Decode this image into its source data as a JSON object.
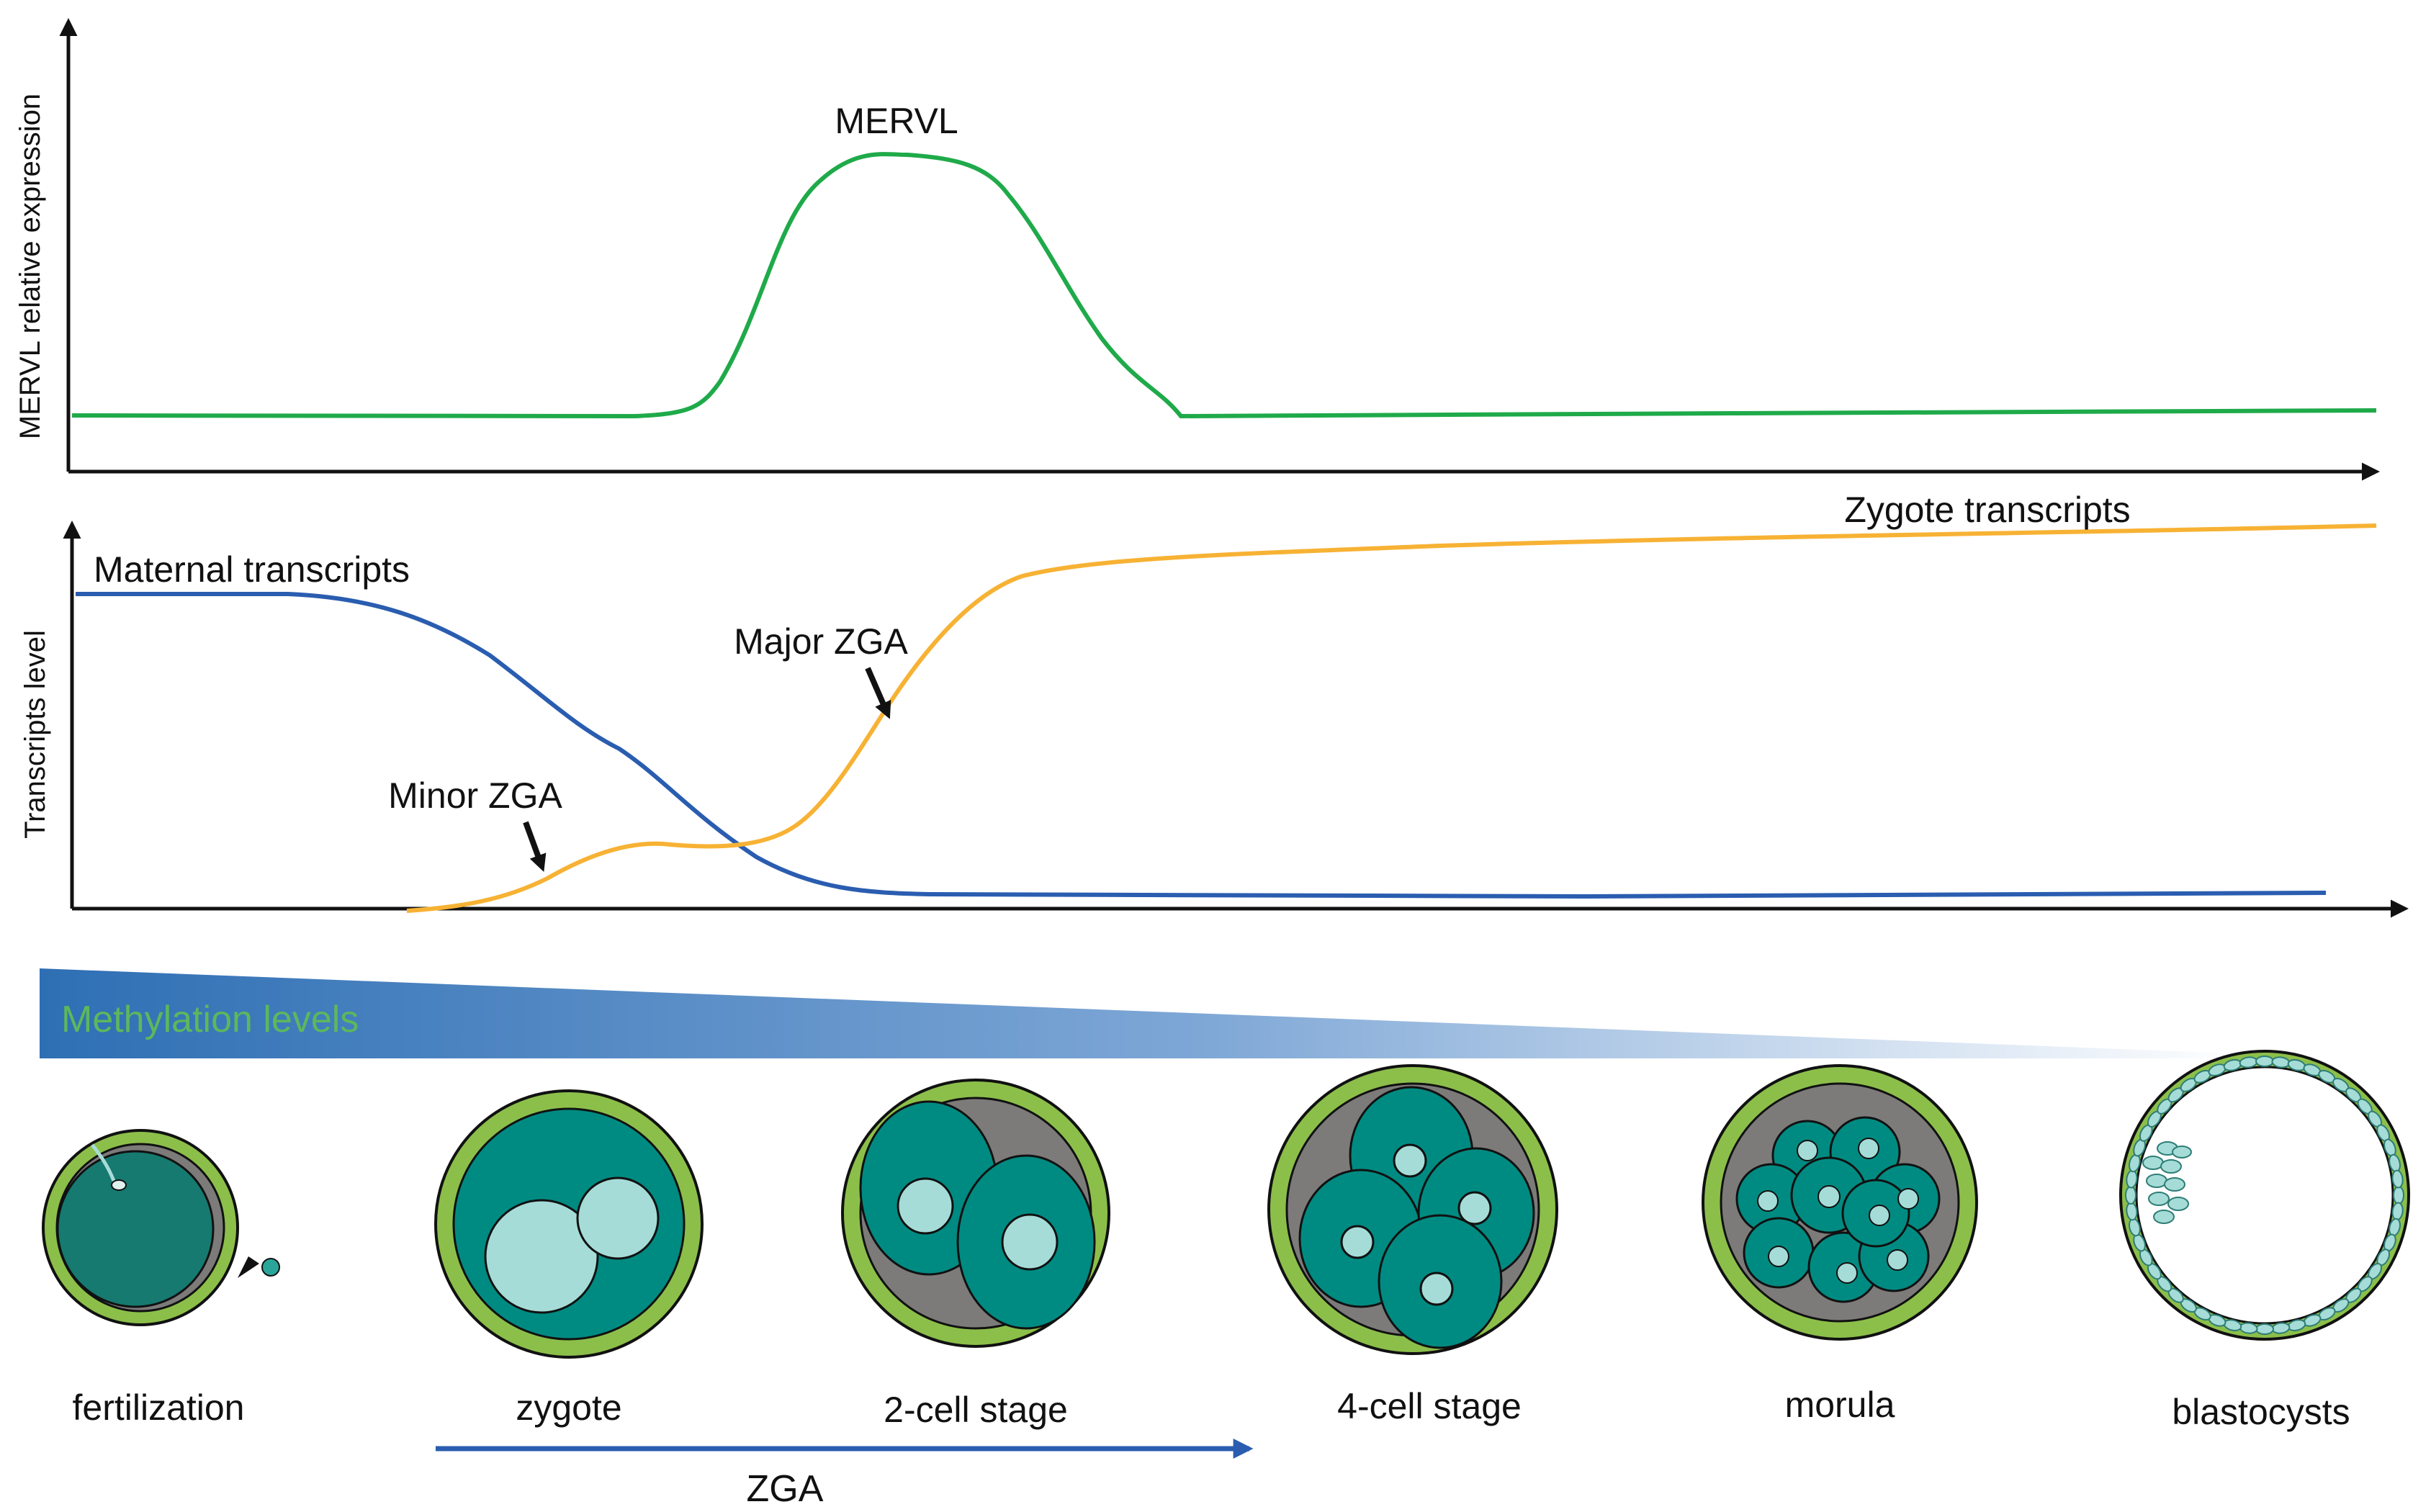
{
  "labels": {
    "y_axis_top": "MERVL relative expression",
    "y_axis_bottom": "Transcripts level",
    "mervl_peak": "MERVL",
    "zygote_transcripts": "Zygote transcripts",
    "maternal_transcripts": "Maternal transcripts",
    "major_zga": "Major ZGA",
    "minor_zga": "Minor ZGA",
    "methylation_levels": "Methylation levels",
    "zga": "ZGA"
  },
  "stages": [
    "fertilization",
    "zygote",
    "2-cell stage",
    "4-cell stage",
    "morula",
    "blastocysts"
  ],
  "colors": {
    "mervl_curve": "#1faa4a",
    "maternal_curve": "#2a5db0",
    "zygotic_curve": "#f7b234",
    "methylation_gradient": "#2e6fb4",
    "methylation_text": "#5cb85c",
    "zona": "#8cbf4a",
    "perivitelline": "#7d7a7a",
    "cytoplasm": "#008b82",
    "nucleus": "#a6dcd8",
    "fertilized_egg": "#167a70"
  }
}
